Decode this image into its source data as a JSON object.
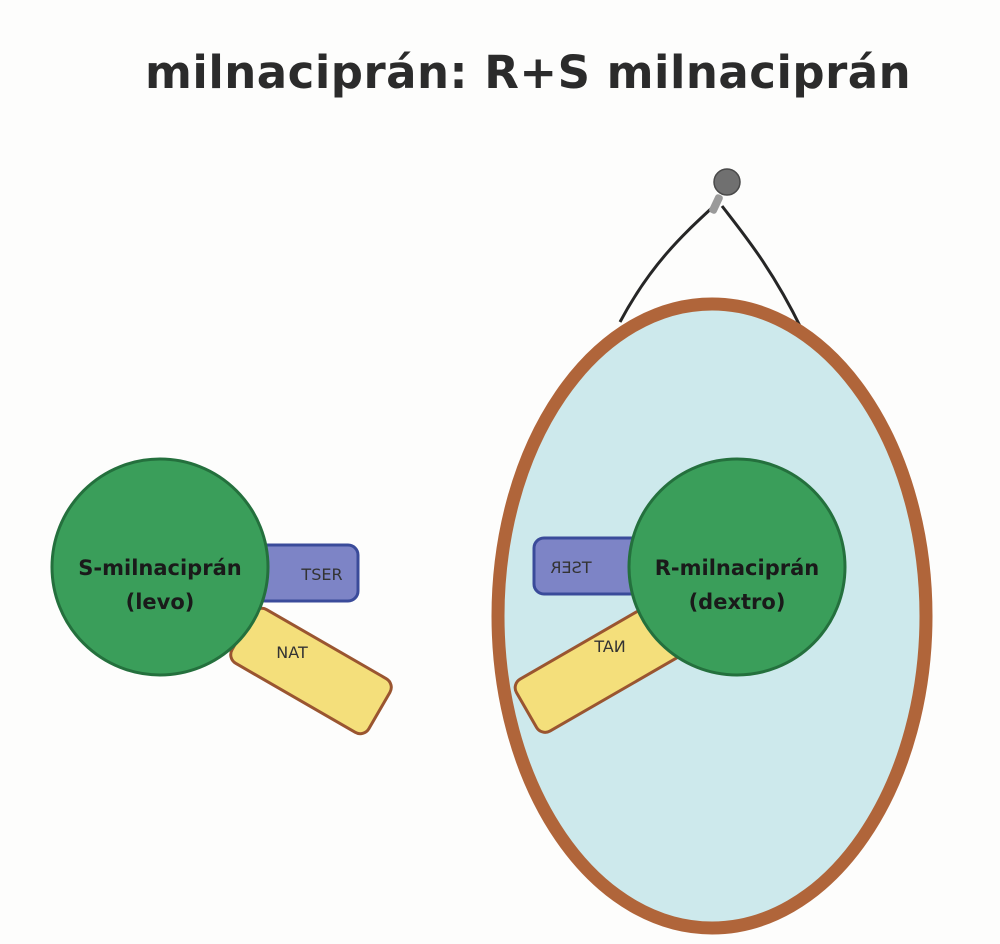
{
  "title": "milnaciprán: R+S milnaciprán",
  "left_molecule": {
    "name": "S-milnaciprán",
    "form": "(levo)",
    "transporter_serotonin": "TSER",
    "transporter_noradrenaline": "NAT"
  },
  "mirror_molecule": {
    "name": "R-milnaciprán",
    "form": "(dextro)",
    "transporter_serotonin": "TSER",
    "transporter_noradrenaline": "NAT"
  },
  "colors": {
    "molecule_fill": "#3a9e5a",
    "tser_fill": "#7d84c6",
    "nat_fill": "#f4df7b",
    "mirror_glass": "#cde9ec",
    "mirror_frame": "#b0653a"
  }
}
